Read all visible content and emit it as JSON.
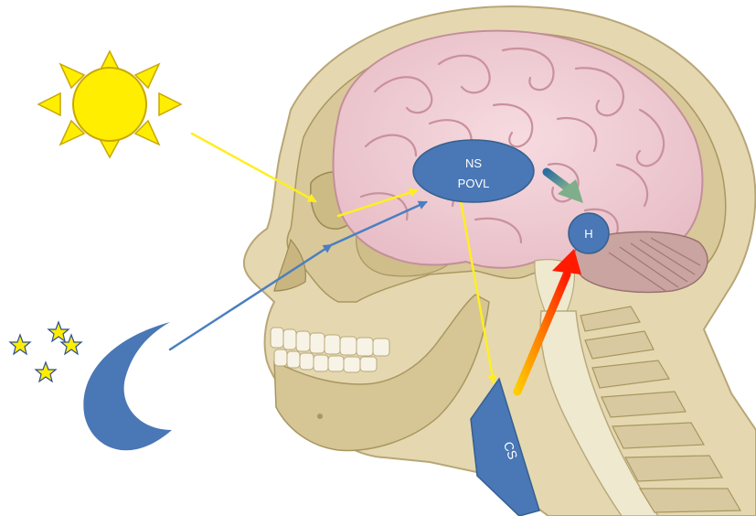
{
  "labels": {
    "ns": "NS",
    "povl": "POVL",
    "h": "H",
    "cs": "CS"
  },
  "colors": {
    "sun": "#ffee00",
    "sun_stroke": "#c9a800",
    "moon": "#4a77b5",
    "node": "#4a77b5",
    "node_stroke": "#35608f",
    "yellow_arrow": "#ffee22",
    "blue_arrow": "#4a7fc1",
    "skull": "#e0d3a6",
    "brain": "#efccd2",
    "cerebellum": "#c9a4a0",
    "spine": "#f2eed8"
  },
  "icons": [
    "sun-icon",
    "moon-icon",
    "star-icon",
    "skull-illustration"
  ]
}
